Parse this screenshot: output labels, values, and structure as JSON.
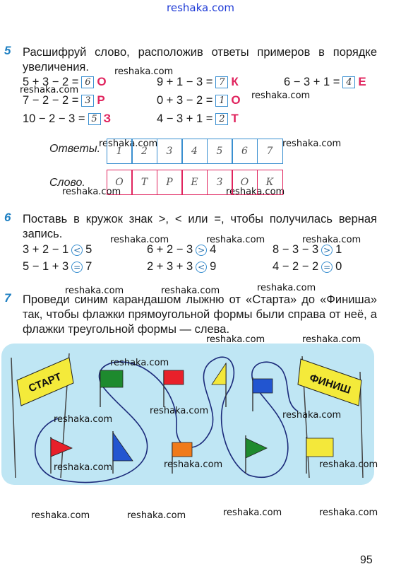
{
  "site_watermark": "reshaka.com",
  "task5": {
    "number": "5",
    "text": "Расшифруй слово, расположив ответы примеров в порядке увеличения.",
    "examples": [
      {
        "expr": "5 + 3 − 2 =",
        "answer": "6",
        "letter": "О"
      },
      {
        "expr": "9 + 1 − 3 =",
        "answer": "7",
        "letter": "К"
      },
      {
        "expr": "6 − 3 + 1 =",
        "answer": "4",
        "letter": "Е"
      },
      {
        "expr": "7 − 2 − 2 =",
        "answer": "3",
        "letter": "Р"
      },
      {
        "expr": "0 + 3 − 2 =",
        "answer": "1",
        "letter": "О"
      },
      {
        "expr": "10 − 2 − 3 =",
        "answer": "5",
        "letter": "З"
      },
      {
        "expr": "4 − 3 + 1 =",
        "answer": "2",
        "letter": "Т"
      }
    ],
    "answers_label": "Ответы.",
    "answers": [
      "1",
      "2",
      "3",
      "4",
      "5",
      "6",
      "7"
    ],
    "word_label": "Слово.",
    "word": [
      "О",
      "Т",
      "Р",
      "Е",
      "З",
      "О",
      "К"
    ]
  },
  "task6": {
    "number": "6",
    "text": "Поставь в кружок знак >, < или =, чтобы получилась верная запись.",
    "comparisons": [
      {
        "left": "3 + 2 − 1",
        "sign": "<",
        "right": "5"
      },
      {
        "left": "6 + 2 − 3",
        "sign": ">",
        "right": "4"
      },
      {
        "left": "8 − 3 − 3",
        "sign": ">",
        "right": "1"
      },
      {
        "left": "5 − 1 + 3",
        "sign": "=",
        "right": "7"
      },
      {
        "left": "2 + 3 + 3",
        "sign": "<",
        "right": "9"
      },
      {
        "left": "4 − 2 − 2",
        "sign": "=",
        "right": "0"
      }
    ]
  },
  "task7": {
    "number": "7",
    "text": "Проведи синим карандашом лыжню от «Старта» до «Финиша» так, чтобы флажки прямоугольной формы были справа от неё, а флажки треугольной формы — слева.",
    "start_label": "СТАРТ",
    "finish_label": "ФИНИШ",
    "colors": {
      "background": "#bfe6f4",
      "banner": "#f4ea3a",
      "green": "#1e8a2e",
      "red": "#e8202a",
      "blue": "#2255d0",
      "orange": "#f07a1a",
      "yellow": "#f4e83a",
      "path": "#1b2a7a"
    }
  },
  "page_number": "95"
}
